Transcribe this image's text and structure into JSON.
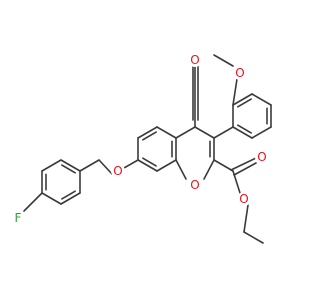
{
  "colors": {
    "background": "#ffffff",
    "bond": "#3a3a3a",
    "oxygen": "#e8141e",
    "fluorine": "#2ea53a"
  },
  "atoms": {
    "o_ketone": "O",
    "o_methoxy": "O",
    "o_ether": "O",
    "o_ring": "O",
    "o_ester_carbonyl": "O",
    "o_ester": "O",
    "f": "F"
  }
}
